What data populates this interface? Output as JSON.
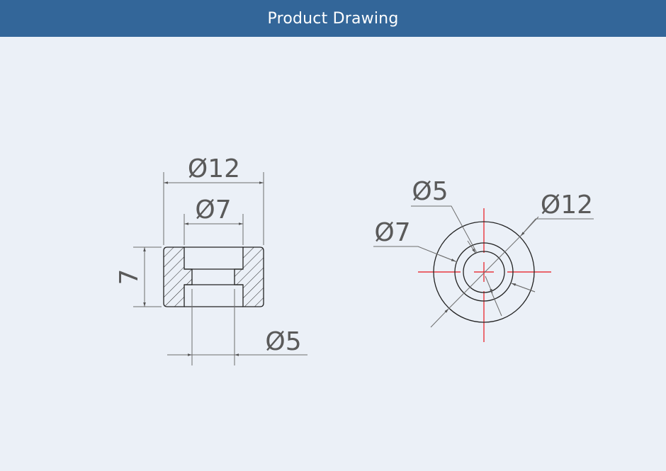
{
  "header": {
    "title": "Product Drawing",
    "background": "#336699"
  },
  "canvas": {
    "background": "#ebf0f7"
  },
  "section_view": {
    "dimensions": {
      "outer_diameter": "Ø12",
      "counterbore_diameter": "Ø7",
      "hole_diameter": "Ø5",
      "height": "7"
    }
  },
  "front_view": {
    "dimensions": {
      "hole_diameter": "Ø5",
      "counterbore_diameter": "Ø7",
      "outer_diameter": "Ø12"
    },
    "centerline_color": "#e8141b"
  }
}
